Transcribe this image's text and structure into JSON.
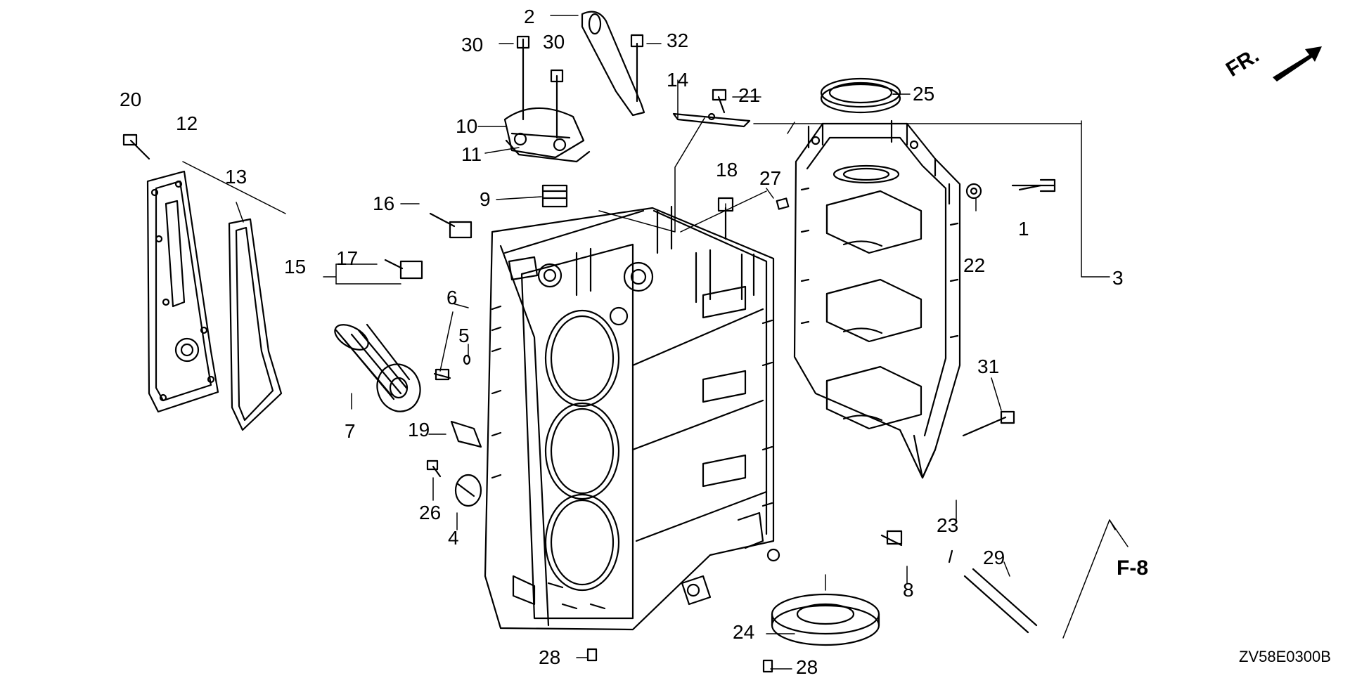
{
  "diagram": {
    "direction_label": "FR.",
    "page_ref": "F-8",
    "drawing_code": "ZV58E0300B",
    "callouts": [
      "1",
      "2",
      "3",
      "4",
      "5",
      "6",
      "7",
      "8",
      "9",
      "10",
      "11",
      "12",
      "13",
      "14",
      "15",
      "16",
      "17",
      "18",
      "19",
      "20",
      "21",
      "22",
      "23",
      "24",
      "25",
      "26",
      "27",
      "28",
      "28",
      "29",
      "30",
      "30",
      "31",
      "32"
    ]
  }
}
